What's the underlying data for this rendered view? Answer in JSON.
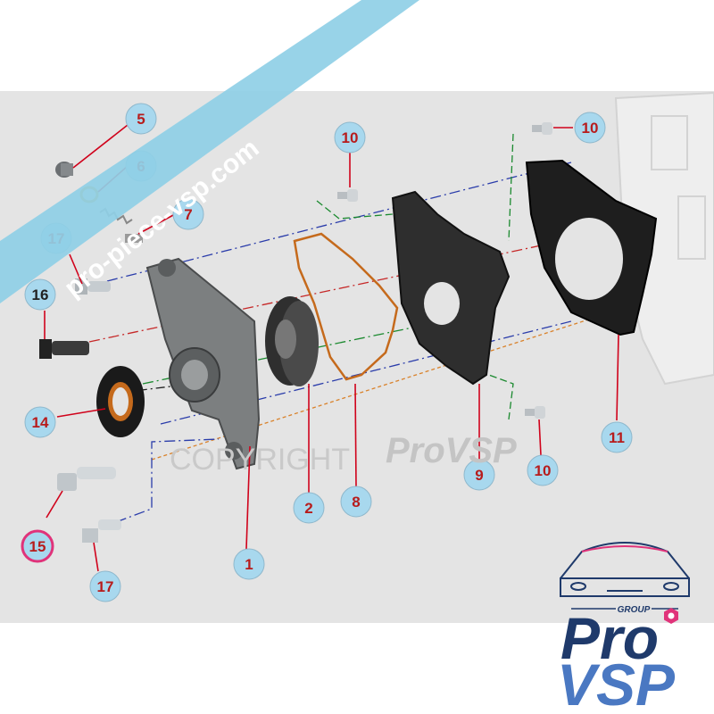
{
  "watermark": {
    "ribbon_text": "pro-piece-vsp.com",
    "copyright_text": "COPYRIGHT",
    "brand_text": "ProVSP"
  },
  "logo": {
    "group_label": "GROUP",
    "line1": "Pro",
    "line2": "VSP"
  },
  "callouts": [
    "5",
    "6",
    "7",
    "17",
    "16",
    "14",
    "15",
    "17",
    "1",
    "2",
    "8",
    "10",
    "10",
    "10",
    "9",
    "11"
  ],
  "colors": {
    "callout_fill": "#a8d8ee",
    "callout_text": "#b71c1c",
    "leader_line": "#d0021b",
    "highlight_ring": "#e0337a",
    "ribbon": "#8fcfe6",
    "background_band": "#e4e4e4"
  }
}
